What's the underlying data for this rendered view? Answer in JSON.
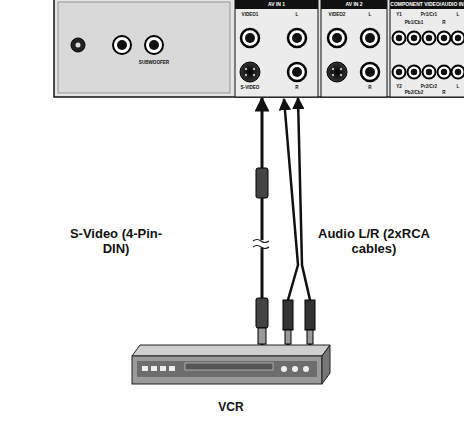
{
  "diagram": {
    "nodes": [
      {
        "text": [
          "AV IN 1"
        ]
      },
      {
        "text": [
          "AV IN 2"
        ]
      },
      {
        "text": [
          "COMPONENT VIDEO/AUDIO IN"
        ]
      },
      {
        "text": [
          "VCR"
        ]
      }
    ],
    "edges": [
      {
        "from": 3,
        "to": 0,
        "arrow": "to",
        "label": "S-Video (4-Pin-DIN)"
      },
      {
        "from": 3,
        "to": 0,
        "arrow": "to",
        "label": "Audio L/R (2xRCA cables)"
      }
    ],
    "labels": [
      "VIDEO1",
      "L",
      "S-VIDEO",
      "R",
      "VIDEO2",
      "L",
      "R",
      "Y1",
      "Pb1/Cb1",
      "Pr1/Cr1",
      "R",
      "L",
      "Y2",
      "Pb2/Cb2",
      "Pr2/Cr2",
      "R",
      "L",
      "SUBWOOFER"
    ]
  }
}
